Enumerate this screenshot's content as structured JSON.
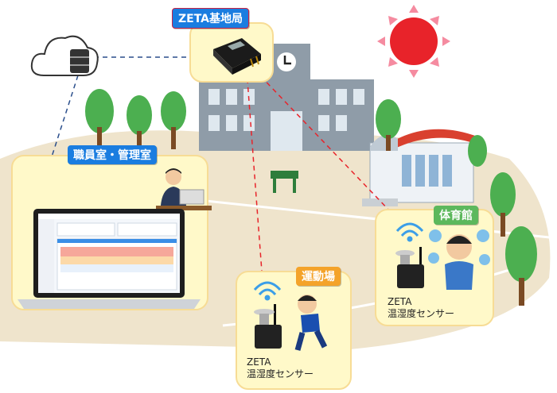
{
  "base_station": {
    "label": "ZETA基地局",
    "color": "#1a7de0"
  },
  "office": {
    "label": "職員室・管理室",
    "color": "#1a7de0"
  },
  "playground": {
    "label": "運動場",
    "color": "#f4a32a",
    "sensor_line1": "ZETA",
    "sensor_line2": "温湿度センサー"
  },
  "gym": {
    "label": "体育館",
    "color": "#5cb85c",
    "sensor_line1": "ZETA",
    "sensor_line2": "温湿度センサー"
  },
  "colors": {
    "panel": "#fff9c9",
    "ground": "#efe4cc",
    "network_link": "#2b4f8c",
    "radio_link": "#e8232a",
    "sun": "#e8232a"
  },
  "icons": [
    "cloud-icon",
    "database-icon",
    "gateway-device-icon",
    "laptop-icon",
    "wifi-icon",
    "sensor-icon",
    "sun-icon",
    "school-building-icon",
    "gym-building-icon",
    "tree-icon",
    "person-icon"
  ]
}
